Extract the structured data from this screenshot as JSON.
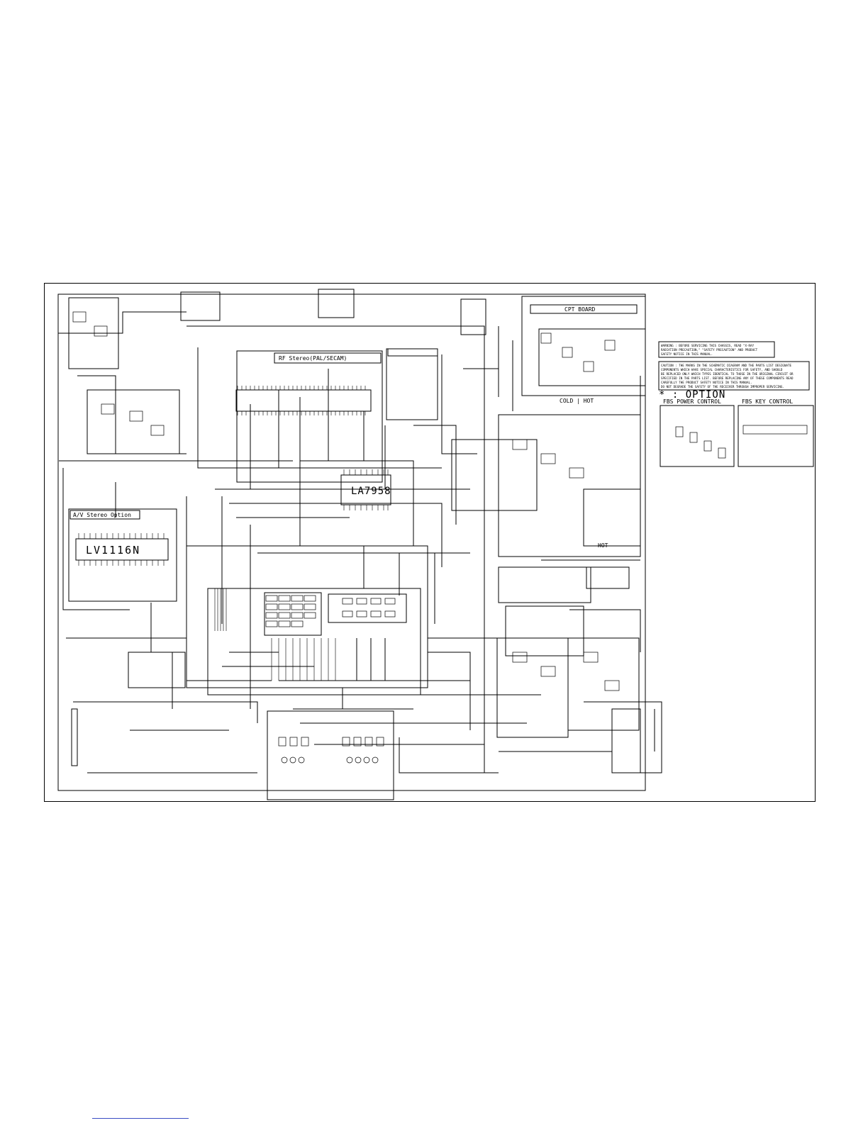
{
  "schematic": {
    "chip_labels": {
      "lv1116n": "LV1116N",
      "la7958": "LA7958"
    },
    "section_titles": {
      "av_stereo_option": "A/V Stereo Option",
      "rf_stereo": "RF Stereo(PAL/SECAM)",
      "cpt_board": "CPT BOARD",
      "option": "* : OPTION",
      "fbs_power_control": "FBS POWER CONTROL",
      "fbs_key_control": "FBS KEY CONTROL",
      "cold_hot": "COLD | HOT",
      "hot": "HOT"
    },
    "warning_text": [
      "WARNING : BEFORE SERVICING THIS CHASSIS, READ \"X-RAY",
      "RADIATION PRECAUTION,\" \"SAFETY PRECAUTION\" AND PRODUCT",
      "SAFETY NOTICE IN THIS MANUAL."
    ],
    "caution_text": [
      "CAUTION : THE  MARKS IN THE SCHEMATIC DIAGRAM AND THE PARTS LIST DESIGNATE",
      "COMPONENTS WHICH HAVE SPECIAL CHARACTERISTICS FOR SAFETY, AND SHOULD",
      "BE REPLACED ONLY WHICH TYPES IDENTICAL TO THOSE IN THE ORIGINAL CIRCUIT OR",
      "SPECIFIED IN THE PARTS LIST. BEFORE REPLACING ANY OF THESE COMPONENTS READ",
      "CAREFULLY THE PRODUCT SAFETY NOTICE IN THIS MANUAL.",
      "DO NOT DEGRADE THE SAFETY OF THE RECEIVER THROUGH IMPROPER SERVICING."
    ]
  },
  "colors": {
    "ink": "#000000",
    "paper": "#ffffff",
    "link": "#3a4cc4"
  }
}
